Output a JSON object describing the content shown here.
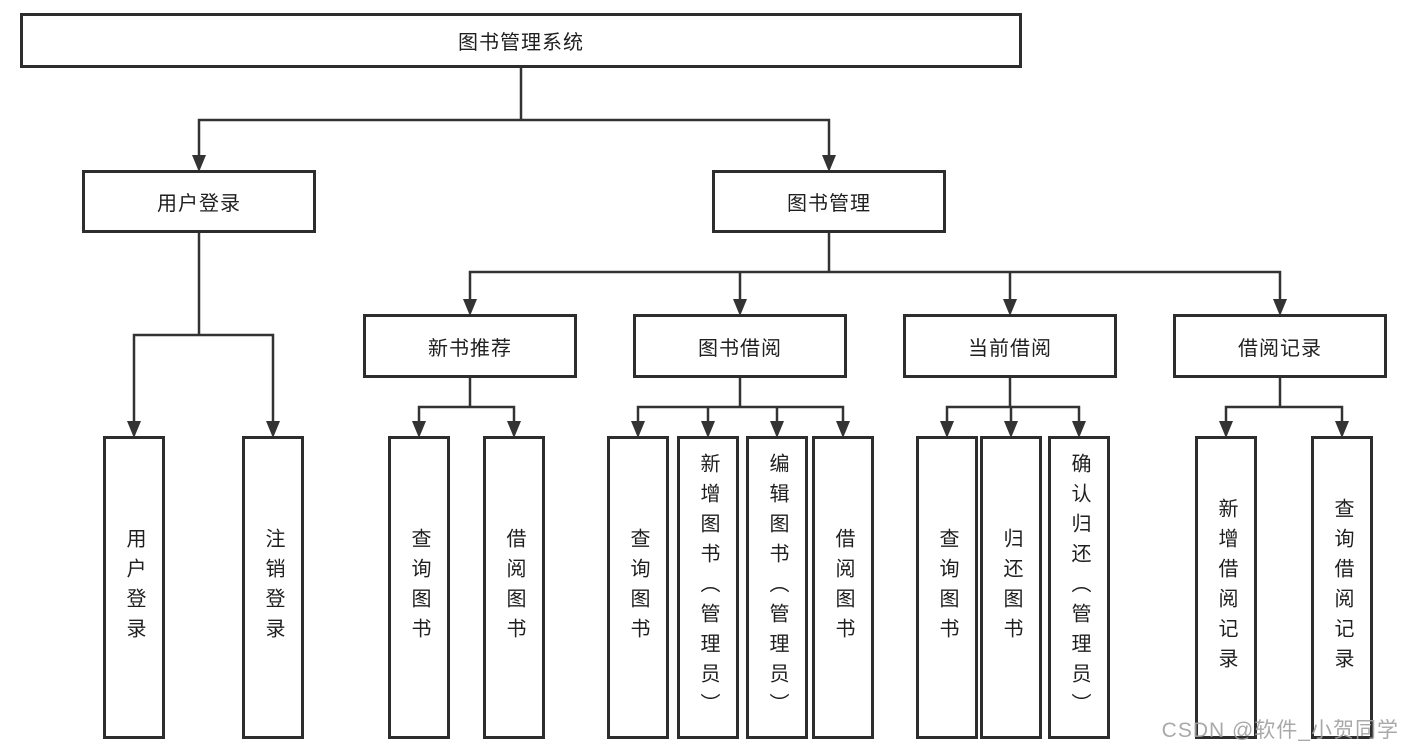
{
  "diagram": {
    "line_color": "#333333",
    "border_color": "#2d2d2d",
    "text_color": "#1f1f1f",
    "watermark": "CSDN @软件_小贺同学",
    "root": {
      "label": "图书管理系统"
    },
    "branches": [
      {
        "label": "用户登录",
        "children": [
          {
            "label": "用户登录"
          },
          {
            "label": "注销登录"
          }
        ]
      },
      {
        "label": "图书管理",
        "children": [
          {
            "label": "新书推荐",
            "children": [
              {
                "label": "查询图书"
              },
              {
                "label": "借阅图书"
              }
            ]
          },
          {
            "label": "图书借阅",
            "children": [
              {
                "label": "查询图书"
              },
              {
                "label": "新增图书（管理员）"
              },
              {
                "label": "编辑图书（管理员）"
              },
              {
                "label": "借阅图书"
              }
            ]
          },
          {
            "label": "当前借阅",
            "children": [
              {
                "label": "查询图书"
              },
              {
                "label": "归还图书"
              },
              {
                "label": "确认归还（管理员）"
              }
            ]
          },
          {
            "label": "借阅记录",
            "children": [
              {
                "label": "新增借阅记录"
              },
              {
                "label": "查询借阅记录"
              }
            ]
          }
        ]
      }
    ]
  }
}
